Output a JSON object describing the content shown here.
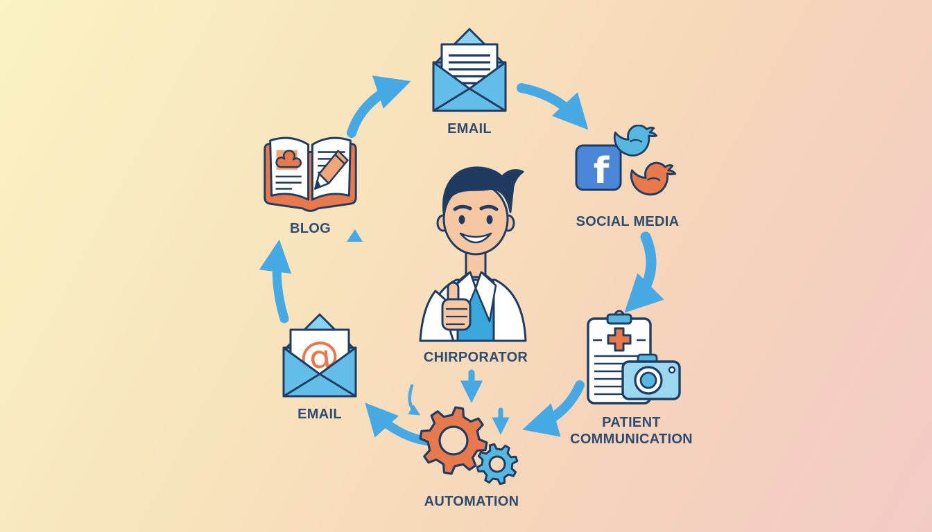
{
  "diagram": {
    "center": {
      "label": "CHIRPORATOR",
      "figure": "chiropractor giving thumbs up in white lab coat over blue scrubs"
    },
    "nodes": {
      "email_top": {
        "label": "EMAIL",
        "icon": "open-envelope-letter"
      },
      "social_media": {
        "label": "SOCIAL MEDIA",
        "icons": [
          "facebook",
          "twitter-bird-blue",
          "twitter-bird-orange"
        ]
      },
      "patient_communication": {
        "label": "PATIENT COMMUNICATION",
        "icons": [
          "medical-clipboard",
          "camera"
        ]
      },
      "automation": {
        "label": "AUTOMATION",
        "icons": [
          "gear-large-orange",
          "gear-small-blue"
        ]
      },
      "email_bottom": {
        "label": "EMAIL",
        "icon": "open-envelope-at-sign"
      },
      "blog": {
        "label": "BLOG",
        "icon": "open-book-pencil"
      }
    },
    "flow": [
      {
        "from": "blog",
        "to": "email_top"
      },
      {
        "from": "email_top",
        "to": "social_media"
      },
      {
        "from": "social_media",
        "to": "patient_communication"
      },
      {
        "from": "patient_communication",
        "to": "automation"
      },
      {
        "from": "automation",
        "to": "email_bottom"
      },
      {
        "from": "email_bottom",
        "to": "blog"
      },
      {
        "from": "chirporator",
        "to": "automation"
      }
    ],
    "colors": {
      "background_start": "#faf3c3",
      "background_end": "#f2cbc6",
      "arrow_blue": "#47a9e4",
      "outline_navy": "#1f3d63",
      "label_text": "#2e4c6f",
      "accent_orange": "#e8794c",
      "envelope_blue": "#62bee8",
      "facebook_blue": "#4c86d8",
      "bird_blue": "#56b8e0",
      "shirt_blue": "#3aa7dc",
      "skin": "#f6c7a3"
    }
  }
}
